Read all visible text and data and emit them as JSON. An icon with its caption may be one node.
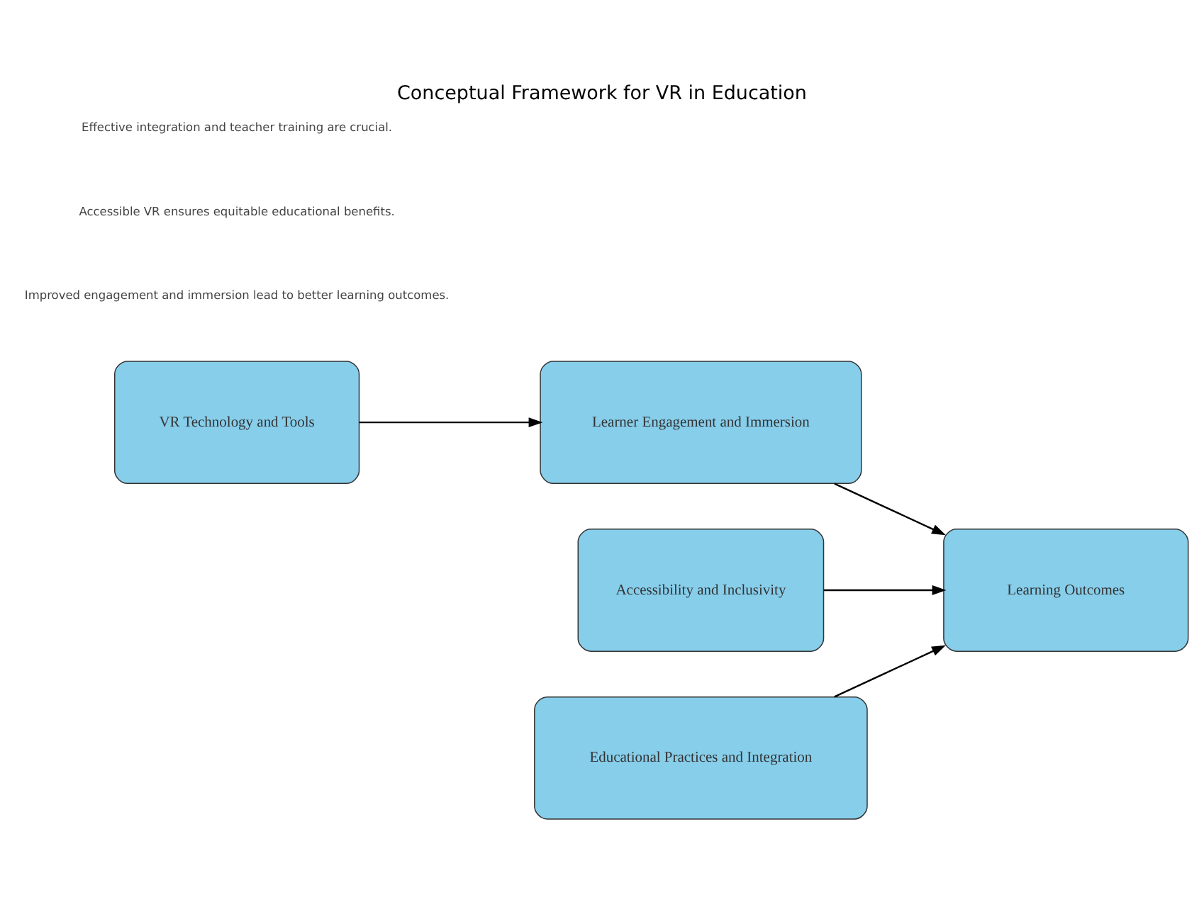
{
  "diagram": {
    "title": "Conceptual Framework for VR in Education",
    "nodes": [
      {
        "text": [
          "VR Technology and Tools"
        ]
      },
      {
        "text": [
          "Learner Engagement and Immersion"
        ]
      },
      {
        "text": [
          "Learning Outcomes"
        ]
      },
      {
        "text": [
          "Accessibility and Inclusivity"
        ]
      },
      {
        "text": [
          "Educational Practices and Integration"
        ]
      }
    ],
    "edges": [
      {
        "from": 0,
        "to": 1,
        "arrow": "to"
      },
      {
        "from": 1,
        "to": 2,
        "arrow": "to"
      },
      {
        "from": 3,
        "to": 2,
        "arrow": "to"
      },
      {
        "from": 4,
        "to": 2,
        "arrow": "to"
      }
    ],
    "labels": [
      "Improved engagement and immersion lead to better learning outcomes.",
      "Accessible VR ensures equitable educational benefits.",
      "Effective integration and teacher training are crucial."
    ]
  }
}
